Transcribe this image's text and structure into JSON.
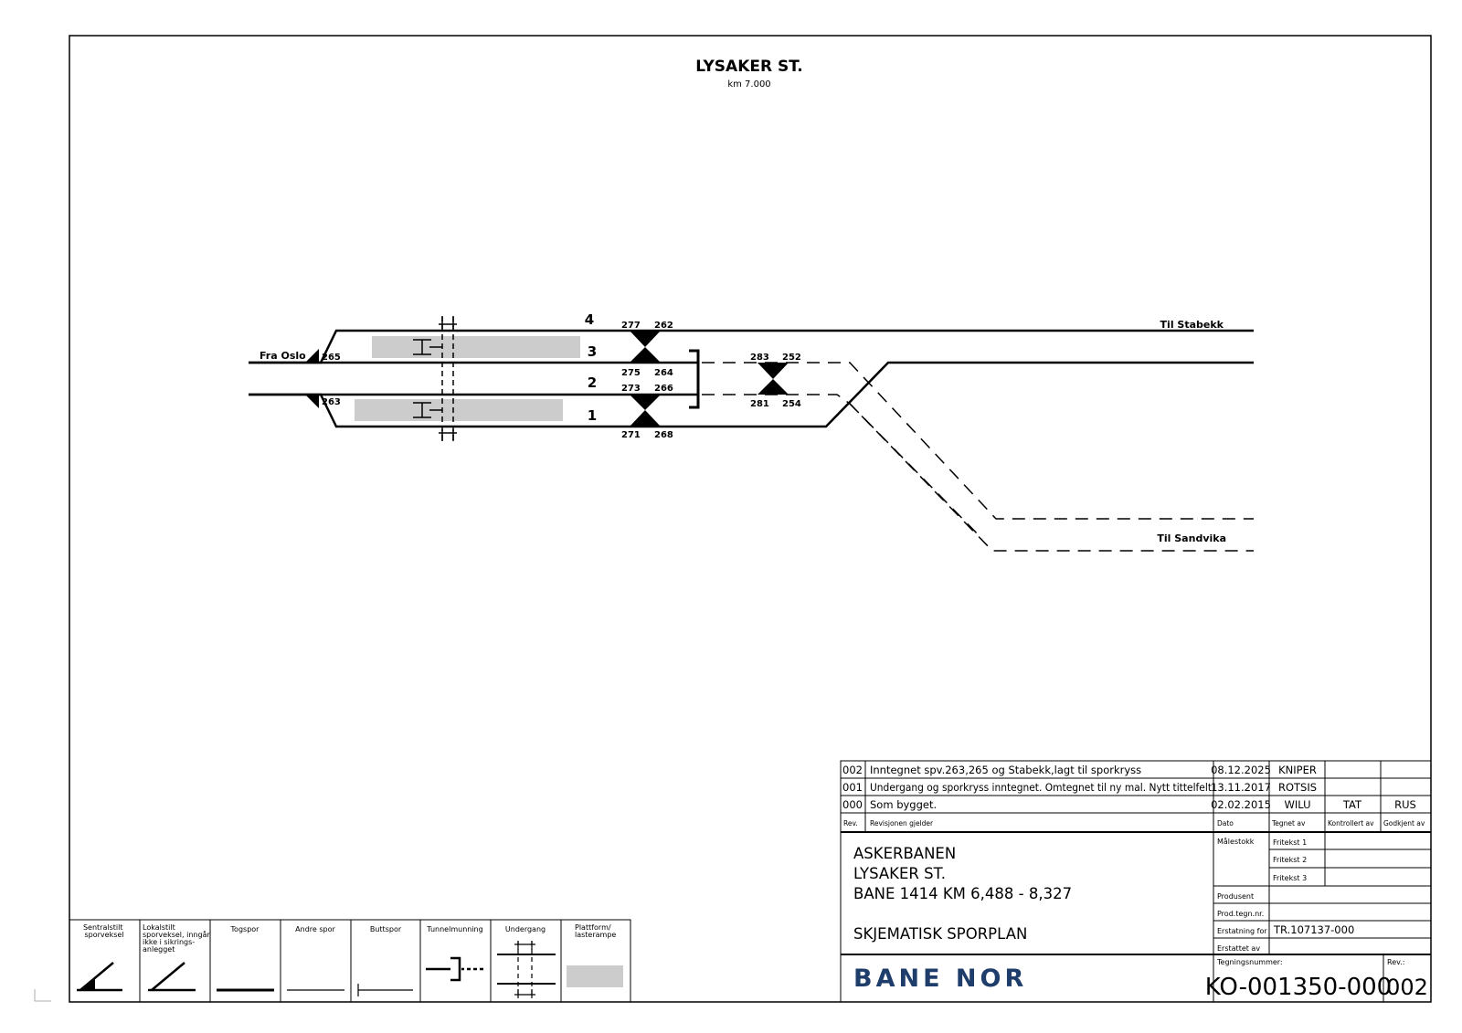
{
  "drawing": {
    "title": "LYSAKER ST.",
    "subtitle": "km 7.000"
  },
  "track_labels": {
    "from_oslo": "Fra Oslo",
    "to_stabekk": "Til Stabekk",
    "to_sandvika": "Til Sandvika"
  },
  "tracks": [
    "4",
    "3",
    "2",
    "1"
  ],
  "switch_numbers": {
    "s265": "265",
    "s263": "263",
    "s277": "277",
    "s262": "262",
    "s275": "275",
    "s264": "264",
    "s273": "273",
    "s266": "266",
    "s271": "271",
    "s268": "268",
    "s283": "283",
    "s252": "252",
    "s281": "281",
    "s254": "254"
  },
  "revisions": [
    {
      "rev": "002",
      "text": "Inntegnet spv.263,265 og Stabekk,lagt til sporkryss",
      "date": "08.12.2025",
      "drawn": "KNIPER",
      "checked": "",
      "approved": ""
    },
    {
      "rev": "001",
      "text": "Undergang og sporkryss inntegnet. Omtegnet til ny mal. Nytt tittelfelt",
      "date": "13.11.2017",
      "drawn": "ROTSIS",
      "checked": "",
      "approved": ""
    },
    {
      "rev": "000",
      "text": "Som bygget.",
      "date": "02.02.2015",
      "drawn": "WILU",
      "checked": "TAT",
      "approved": "RUS"
    }
  ],
  "revision_headers": {
    "rev": "Rev.",
    "text": "Revisjonen gjelder",
    "date": "Dato",
    "drawn": "Tegnet av",
    "checked": "Kontrollert av",
    "approved": "Godkjent av"
  },
  "title_block": {
    "line1": "ASKERBANEN",
    "line2": "LYSAKER ST.",
    "line3": "BANE 1414  KM 6,488 - 8,327",
    "line4": "SKJEMATISK SPORPLAN",
    "scale_label": "Målestokk",
    "free1": "Fritekst 1",
    "free2": "Fritekst 2",
    "free3": "Fritekst 3",
    "producer_label": "Produsent",
    "prod_no_label": "Prod.tegn.nr.",
    "replaces_label": "Erstatning for",
    "replaces_value": "TR.107137-000",
    "replaced_by_label": "Erstattet av",
    "drawing_no_label": "Tegningsnummer:",
    "drawing_no": "KO-001350-000",
    "rev_label": "Rev.:",
    "rev_no": "002",
    "logo": "BANE NOR"
  },
  "legend": [
    {
      "label": "Sentralstilt\nsporveksel"
    },
    {
      "label": "Lokalstilt\nsporveksel, inngår\nikke i sikrings-\nanlegget"
    },
    {
      "label": "Togspor"
    },
    {
      "label": "Andre spor"
    },
    {
      "label": "Buttspor"
    },
    {
      "label": "Tunnelmunning"
    },
    {
      "label": "Undergang"
    },
    {
      "label": "Plattform/\nlasterampe"
    }
  ],
  "colors": {
    "line": "#000000",
    "platform": "#cccccc",
    "logo": "#1f3d6b"
  }
}
